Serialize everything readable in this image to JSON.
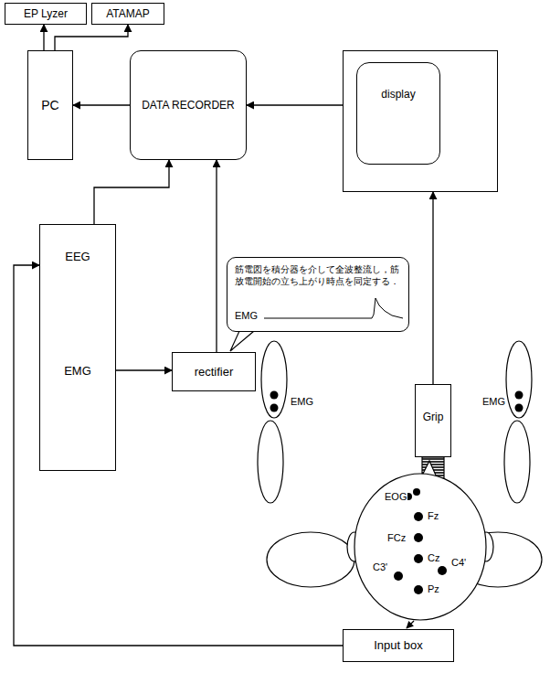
{
  "diagram": {
    "nodes": [
      {
        "text": [
          "EP Lyzer"
        ]
      },
      {
        "text": [
          "ATAMAP"
        ]
      },
      {
        "text": [
          "PC"
        ]
      },
      {
        "text": [
          "DATA RECORDER"
        ]
      },
      {
        "text": [
          "display"
        ]
      },
      {
        "text": [
          "EEG",
          "EMG"
        ]
      },
      {
        "text": [
          "筋電図を積分器を介して全波整流し，筋放電開始の立ち上がり時点を同定する．",
          "EMG"
        ]
      },
      {
        "text": [
          "rectifier"
        ]
      },
      {
        "text": [
          "Grip"
        ]
      },
      {
        "text": [
          "Input box"
        ]
      }
    ],
    "edges": [
      {
        "from": 2,
        "to": 0,
        "arrow": "to"
      },
      {
        "from": 2,
        "to": 1,
        "arrow": "to"
      },
      {
        "from": 3,
        "to": 2,
        "arrow": "to"
      },
      {
        "from": 4,
        "to": 3,
        "arrow": "to"
      },
      {
        "from": 5,
        "to": 3,
        "arrow": "to"
      },
      {
        "from": 7,
        "to": 3,
        "arrow": "to"
      },
      {
        "from": 5,
        "to": 7,
        "arrow": "to"
      },
      {
        "from": 8,
        "to": 4,
        "arrow": "to"
      },
      {
        "from": 9,
        "to": 5,
        "arrow": "to"
      }
    ],
    "labels": [
      "EOG",
      "Fz",
      "FCz",
      "Cz",
      "C3'",
      "C4'",
      "Pz",
      "EMG",
      "EMG"
    ]
  }
}
